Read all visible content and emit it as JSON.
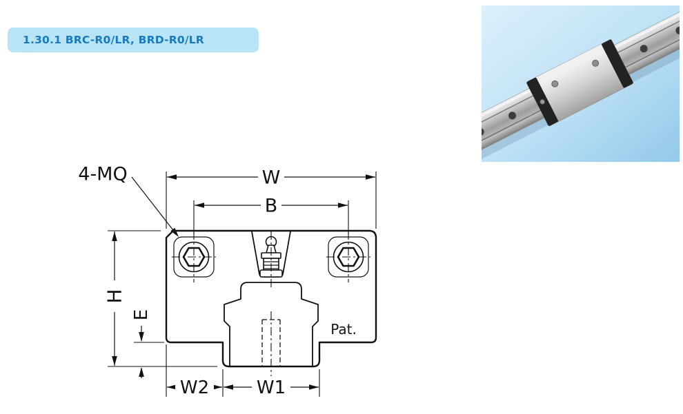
{
  "header": {
    "section_label": "1.30.1 BRC-R0/LR, BRD-R0/LR"
  },
  "colors": {
    "badge_bg": "#b9e4f8",
    "badge_text": "#187bbe",
    "drawing_line": "#111111"
  },
  "drawing": {
    "labels": {
      "bolt_callout": "4-MQ",
      "total_width": "W",
      "hole_spacing": "B",
      "total_height": "H",
      "edge_height": "E",
      "side_width": "W2",
      "center_width": "W1",
      "patent": "Pat."
    }
  }
}
